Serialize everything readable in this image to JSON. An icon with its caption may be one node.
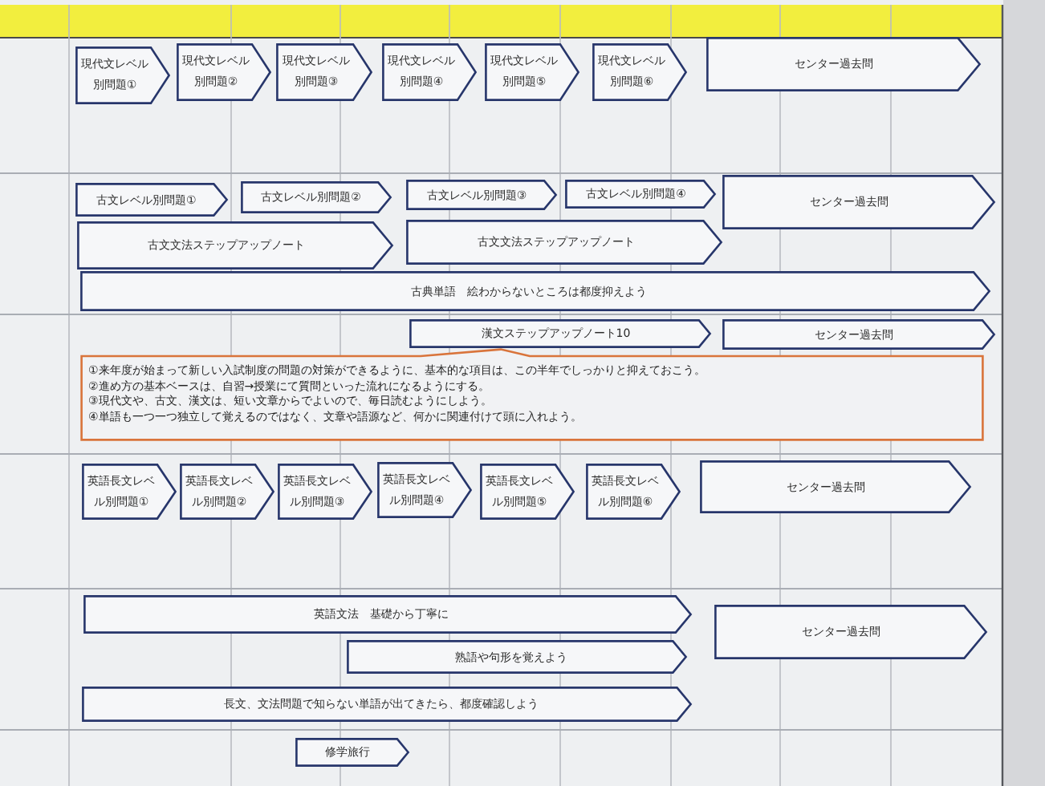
{
  "diagram": {
    "nodes": [
      {
        "text": [
          "現代文レベル別問題①"
        ]
      },
      {
        "text": [
          "現代文レベル別問題②"
        ]
      },
      {
        "text": [
          "現代文レベル別問題③"
        ]
      },
      {
        "text": [
          "現代文レベル別問題④"
        ]
      },
      {
        "text": [
          "現代文レベル別問題⑤"
        ]
      },
      {
        "text": [
          "現代文レベル別問題⑥"
        ]
      },
      {
        "text": [
          "センター過去問"
        ]
      },
      {
        "text": [
          "古文レベル別問題①"
        ]
      },
      {
        "text": [
          "古文レベル別問題②"
        ]
      },
      {
        "text": [
          "古文レベル別問題③"
        ]
      },
      {
        "text": [
          "古文レベル別問題④"
        ]
      },
      {
        "text": [
          "センター過去問"
        ]
      },
      {
        "text": [
          "古文文法ステップアップノート"
        ]
      },
      {
        "text": [
          "古文文法ステップアップノート"
        ]
      },
      {
        "text": [
          "古典単語　絵わからないところは都度抑えよう"
        ]
      },
      {
        "text": [
          "漢文ステップアップノート10"
        ]
      },
      {
        "text": [
          "センター過去問"
        ]
      },
      {
        "text": [
          "①来年度が始まって新しい入試制度の問題の対策ができるように、基本的な項目は、この半年でしっかりと抑えておこう。",
          "②進め方の基本ベースは、自習→授業にて質問といった流れになるようにする。",
          "③現代文や、古文、漢文は、短い文章からでよいので、毎日読むようにしよう。",
          "④単語も一つ一つ独立して覚えるのではなく、文章や語源など、何かに関連付けて頭に入れよう。"
        ]
      },
      {
        "text": [
          "英語長文レベル別問題①"
        ]
      },
      {
        "text": [
          "英語長文レベル別問題②"
        ]
      },
      {
        "text": [
          "英語長文レベル別問題③"
        ]
      },
      {
        "text": [
          "英語長文レベル別問題④"
        ]
      },
      {
        "text": [
          "英語長文レベル別問題⑤"
        ]
      },
      {
        "text": [
          "英語長文レベル別問題⑥"
        ]
      },
      {
        "text": [
          "センター過去問"
        ]
      },
      {
        "text": [
          "英語文法　基礎から丁寧に"
        ]
      },
      {
        "text": [
          "センター過去問"
        ]
      },
      {
        "text": [
          "熟語や句形を覚えよう"
        ]
      },
      {
        "text": [
          "長文、文法問題で知らない単語が出てきたら、都度確認しよう"
        ]
      },
      {
        "text": [
          "修学旅行"
        ]
      }
    ]
  }
}
